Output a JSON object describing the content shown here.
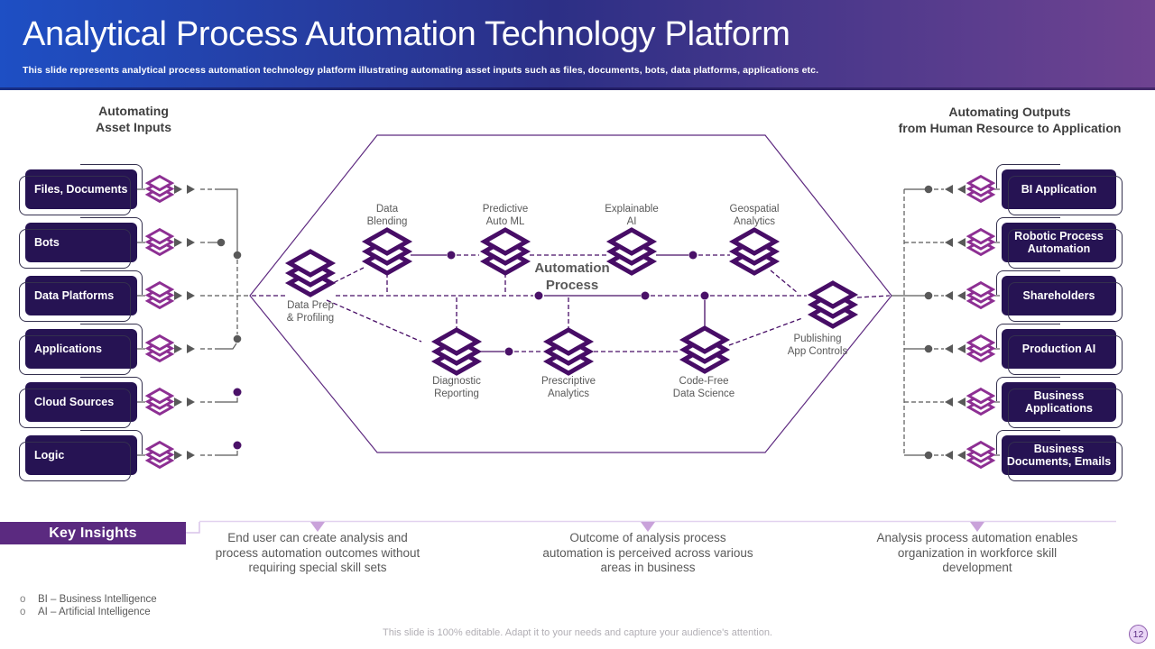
{
  "header": {
    "title": "Analytical Process Automation Technology Platform",
    "subtitle": "This slide represents analytical process automation technology platform illustrating automating asset inputs such as files, documents, bots, data platforms, applications etc."
  },
  "inputs": {
    "heading_line1": "Automating",
    "heading_line2": "Asset Inputs",
    "items": [
      "Files, Documents",
      "Bots",
      "Data Platforms",
      "Applications",
      "Cloud Sources",
      "Logic"
    ]
  },
  "outputs": {
    "heading_line1": "Automating Outputs",
    "heading_line2": "from Human Resource to Application",
    "items": [
      "BI Application",
      "Robotic Process Automation",
      "Shareholders",
      "Production AI",
      "Business Applications",
      "Business Documents, Emails"
    ]
  },
  "process": {
    "title": "Automation Process",
    "nodes": [
      {
        "line1": "Data Prep",
        "line2": "& Profiling"
      },
      {
        "line1": "Data",
        "line2": "Blending"
      },
      {
        "line1": "Predictive",
        "line2": "Auto ML"
      },
      {
        "line1": "Explainable",
        "line2": "AI"
      },
      {
        "line1": "Geospatial",
        "line2": "Analytics"
      },
      {
        "line1": "Diagnostic",
        "line2": "Reporting"
      },
      {
        "line1": "Prescriptive",
        "line2": "Analytics"
      },
      {
        "line1": "Code-Free",
        "line2": "Data Science"
      },
      {
        "line1": "Publishing",
        "line2": "App Controls"
      }
    ]
  },
  "insights": {
    "heading": "Key Insights",
    "items": [
      "End user can create analysis and process automation outcomes without requiring special skill sets",
      "Outcome of analysis process automation is perceived across various areas in business",
      "Analysis process automation enables organization in workforce skill development"
    ]
  },
  "footnotes": {
    "bullet": "o",
    "items": [
      "BI – Business Intelligence",
      "AI – Artificial Intelligence"
    ]
  },
  "footer": {
    "note": "This slide is 100% editable. Adapt it to your needs and capture your audience's attention.",
    "page": "12"
  },
  "colors": {
    "header_gradient": [
      "#1e4fc4",
      "#2c2f86",
      "#6f4391"
    ],
    "box_fill": "#261353",
    "icon_purple": "#470d66",
    "icon_magenta": "#8d2f93",
    "connector_gray": "#595959",
    "banner_purple": "#5b2a80",
    "insight_line": "#d9c3ea"
  }
}
